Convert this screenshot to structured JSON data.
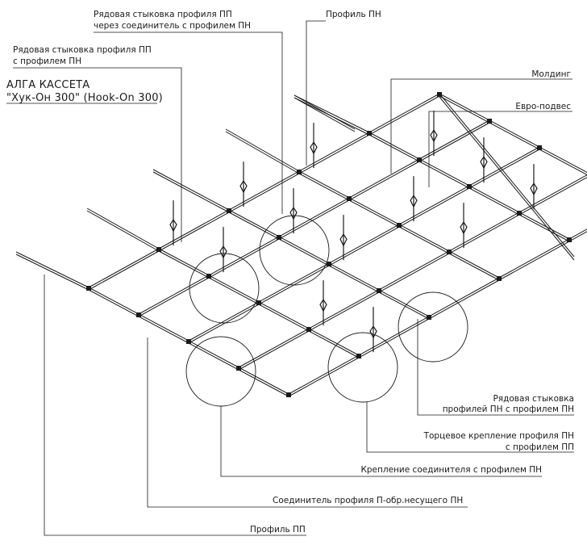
{
  "title": {
    "line1": "АЛГА КАССЕТА",
    "line2": "\"Хук-Он 300\" (Hook-On 300)"
  },
  "labels": {
    "row_joint_via_connector_1": "Рядовая стыковка профиля ПП",
    "row_joint_via_connector_2": "через соединитель с профилем ПН",
    "row_joint_pp_1": "Рядовая стыковка профиля ПП",
    "row_joint_pp_2": "с профилем ПН",
    "profile_pn": "Профиль ПН",
    "molding": "Молдинг",
    "euro_hanger": "Евро-подвес",
    "row_joint_pn_1": "Рядовая стыковка",
    "row_joint_pn_2": "профилей ПН с профилем ПН",
    "end_mount_1": "Торцевое крепление профиля ПН",
    "end_mount_2": "с профилем ПП",
    "connector_mount": "Крепление соединителя с профилем ПН",
    "connector_profile": "Соединитель профиля П-обр.несущего ПН",
    "profile_pp": "Профиль ПП"
  }
}
